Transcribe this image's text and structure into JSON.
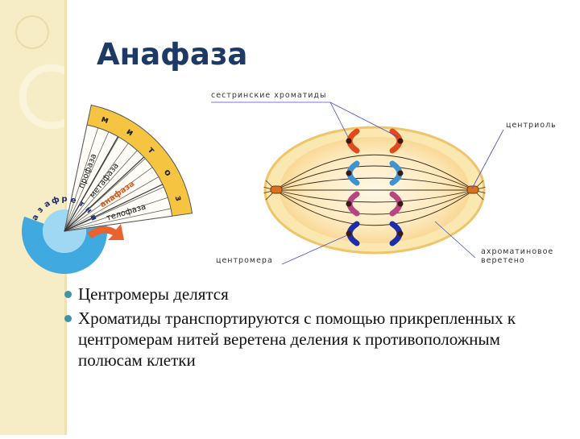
{
  "slide": {
    "title": "Анафаза",
    "bullets": [
      "Центромеры делятся",
      "Хроматиды транспортируются с помощью прикрепленных к центромерам нитей веретена деления к противоположным полюсам клетки"
    ]
  },
  "cycle_wheel": {
    "outer_label": "митоз",
    "outer_letters": [
      "м",
      "и",
      "т",
      "о",
      "з"
    ],
    "phases": [
      "профаза",
      "метафаза",
      "анафаза",
      "телофаза"
    ],
    "active_phase": "анафаза",
    "interphase_letters": [
      "и",
      "н",
      "т",
      "е",
      "р",
      "ф",
      "а",
      "з",
      "а"
    ],
    "colors": {
      "outer_band": "#f5c542",
      "active_text": "#e05a1a",
      "interphase": "#3fa9e0",
      "arrow": "#e8632e"
    }
  },
  "cell_diagram": {
    "labels": {
      "sister_chromatids": "сестринские хроматиды",
      "centriole": "центриоль",
      "centromere": "центромера",
      "achromatin_spindle": "ахроматиновое веретено"
    },
    "chromatid_colors": [
      "#e04a1e",
      "#3f93cf",
      "#b8457f",
      "#1d2ea8"
    ],
    "cell_fill": "#fbe7b0",
    "cell_core": "#fff3d6"
  }
}
